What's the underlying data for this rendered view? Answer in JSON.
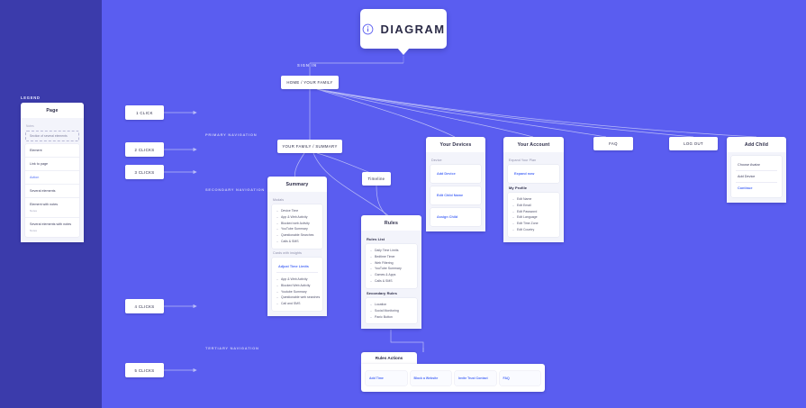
{
  "colors": {
    "canvas": "#5a5df0",
    "strip": "#3b3bab",
    "card": "#ffffff",
    "link": "#4f6ef7",
    "muted": "#8b8ca8"
  },
  "header": {
    "title": "DIAGRAM",
    "icon": "info-icon"
  },
  "legend": {
    "heading": "LEGEND",
    "card_title": "Page",
    "notes_label": "Notes",
    "section_label": "Section of several elements",
    "rows": [
      {
        "label": "Element",
        "sub": ""
      },
      {
        "label": "Link to page",
        "sub": ""
      },
      {
        "label": "Action",
        "sub": ""
      },
      {
        "label": "Several elements",
        "sub": ""
      },
      {
        "label": "Element with notes",
        "sub": "Notes"
      },
      {
        "label": "Several elements with notes",
        "sub": "Notes"
      }
    ]
  },
  "click_markers": [
    {
      "label": "1 CLICK"
    },
    {
      "label": "2 CLICKS"
    },
    {
      "label": "3 CLICKS"
    },
    {
      "label": "4 CLICKS"
    },
    {
      "label": "5 CLICKS"
    }
  ],
  "section_labels": {
    "primary": "PRIMARY NAVIGATION",
    "secondary": "SECONDARY NAVIGATION",
    "tertiary": "TERTIARY NAVIGATION"
  },
  "entry": {
    "sign_in": "SIGN IN",
    "home": "HOME / YOUR FAMILY"
  },
  "nodes": {
    "your_family": "YOUR FAMILY /  SUMMARY",
    "timeline": "Timeline",
    "faq": "FAQ",
    "log_out": "LOG OUT"
  },
  "summary_card": {
    "title": "Summary",
    "modals_label": "Modals",
    "modals": [
      "Device Time",
      "App & Web Activity",
      "Blocked web Activity",
      "YouTube Summary",
      "Questionable Searches",
      "Calls & SMS"
    ],
    "insights_label": "Cards with insights",
    "insights_link": "Adjust Time Limits",
    "insights": [
      "App & Web Activity",
      "Blocked Web Activity",
      "Youtube Summary",
      "Questionable web searches",
      "Call and SMS"
    ]
  },
  "devices_card": {
    "title": "Your Devices",
    "section_label": "Device",
    "links": [
      "Add Device",
      "Edit Child Name",
      "Assign Child"
    ]
  },
  "account_card": {
    "title": "Your Account",
    "plan_label": "Expand Your Plan",
    "plan_link": "Expand now",
    "profile_label": "My Profile",
    "profile_items": [
      "Edit Name",
      "Edit Email",
      "Edit Password",
      "Edit Language",
      "Edit Time Zone",
      "Edit Country"
    ]
  },
  "add_child_card": {
    "title": "Add Child",
    "rows": [
      "Choose Avatar",
      "Add Device"
    ],
    "link": "Continue"
  },
  "rules_card": {
    "title": "Rules",
    "list_label": "Rules List",
    "items": [
      "Daily Time Limits",
      "Bedtime Timer",
      "Web Filtering",
      "YouTube Summary",
      "Games & Apps",
      "Calls & SMS"
    ],
    "secondary_label": "Secondary Rules",
    "secondary_items": [
      "Location",
      "Social Monitoring",
      "Panic Button"
    ]
  },
  "rules_actions": {
    "tab": "Rules Actions",
    "actions": [
      "Add Time",
      "Block a Website",
      "Invite Trust Contact",
      "FAQ"
    ]
  }
}
